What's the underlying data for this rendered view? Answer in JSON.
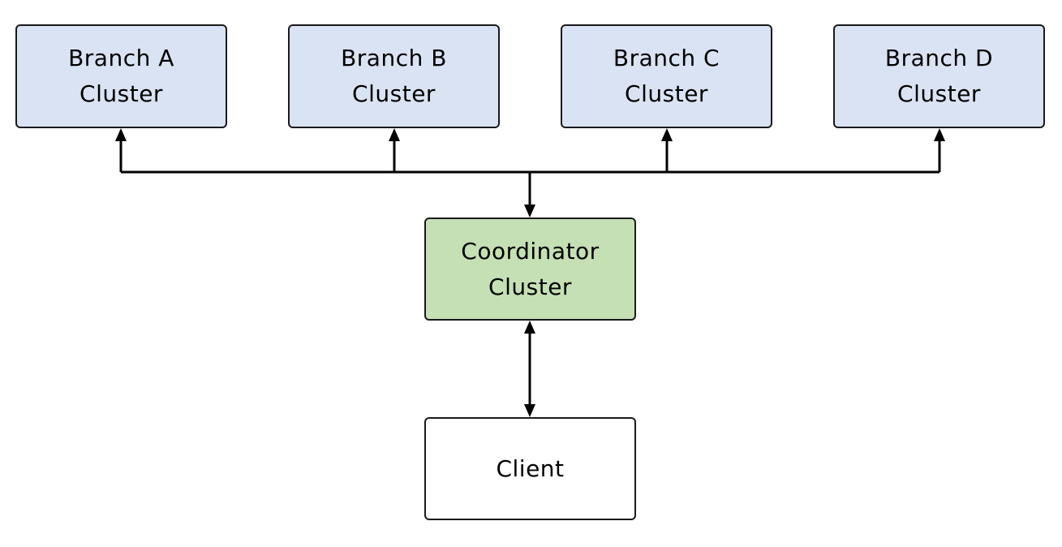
{
  "colors": {
    "branch_fill": "#dae3f3",
    "coordinator_fill": "#c5e0b4",
    "client_fill": "#ffffff",
    "line": "#000000"
  },
  "nodes": {
    "branch_a": {
      "line1": "Branch A",
      "line2": "Cluster"
    },
    "branch_b": {
      "line1": "Branch B",
      "line2": "Cluster"
    },
    "branch_c": {
      "line1": "Branch C",
      "line2": "Cluster"
    },
    "branch_d": {
      "line1": "Branch D",
      "line2": "Cluster"
    },
    "coordinator": {
      "line1": "Coordinator",
      "line2": "Cluster"
    },
    "client": {
      "line1": "Client"
    }
  },
  "edges": [
    {
      "from": "coordinator",
      "to": "branch_a",
      "direction": "bidirectional"
    },
    {
      "from": "coordinator",
      "to": "branch_b",
      "direction": "bidirectional"
    },
    {
      "from": "coordinator",
      "to": "branch_c",
      "direction": "bidirectional"
    },
    {
      "from": "coordinator",
      "to": "branch_d",
      "direction": "bidirectional"
    },
    {
      "from": "coordinator",
      "to": "client",
      "direction": "bidirectional"
    }
  ]
}
